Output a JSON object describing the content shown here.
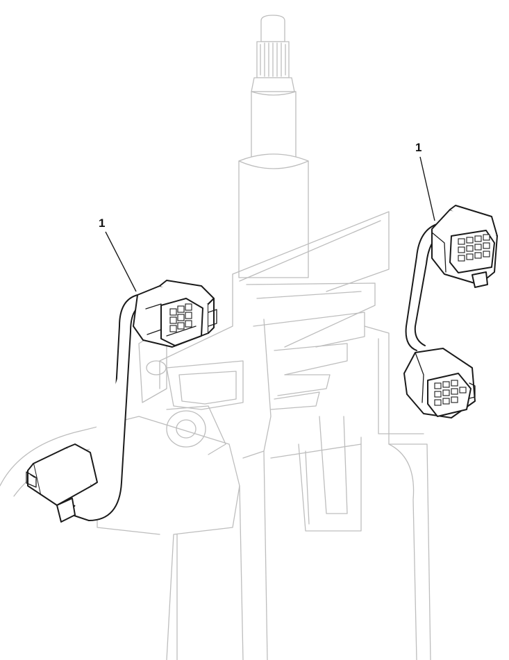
{
  "callouts": [
    {
      "id": "left",
      "label": "1"
    },
    {
      "id": "right",
      "label": "1"
    }
  ],
  "colors": {
    "background": "#ffffff",
    "ghost_lines": "#bdbdbd",
    "part_lines": "#1a1a1a"
  }
}
